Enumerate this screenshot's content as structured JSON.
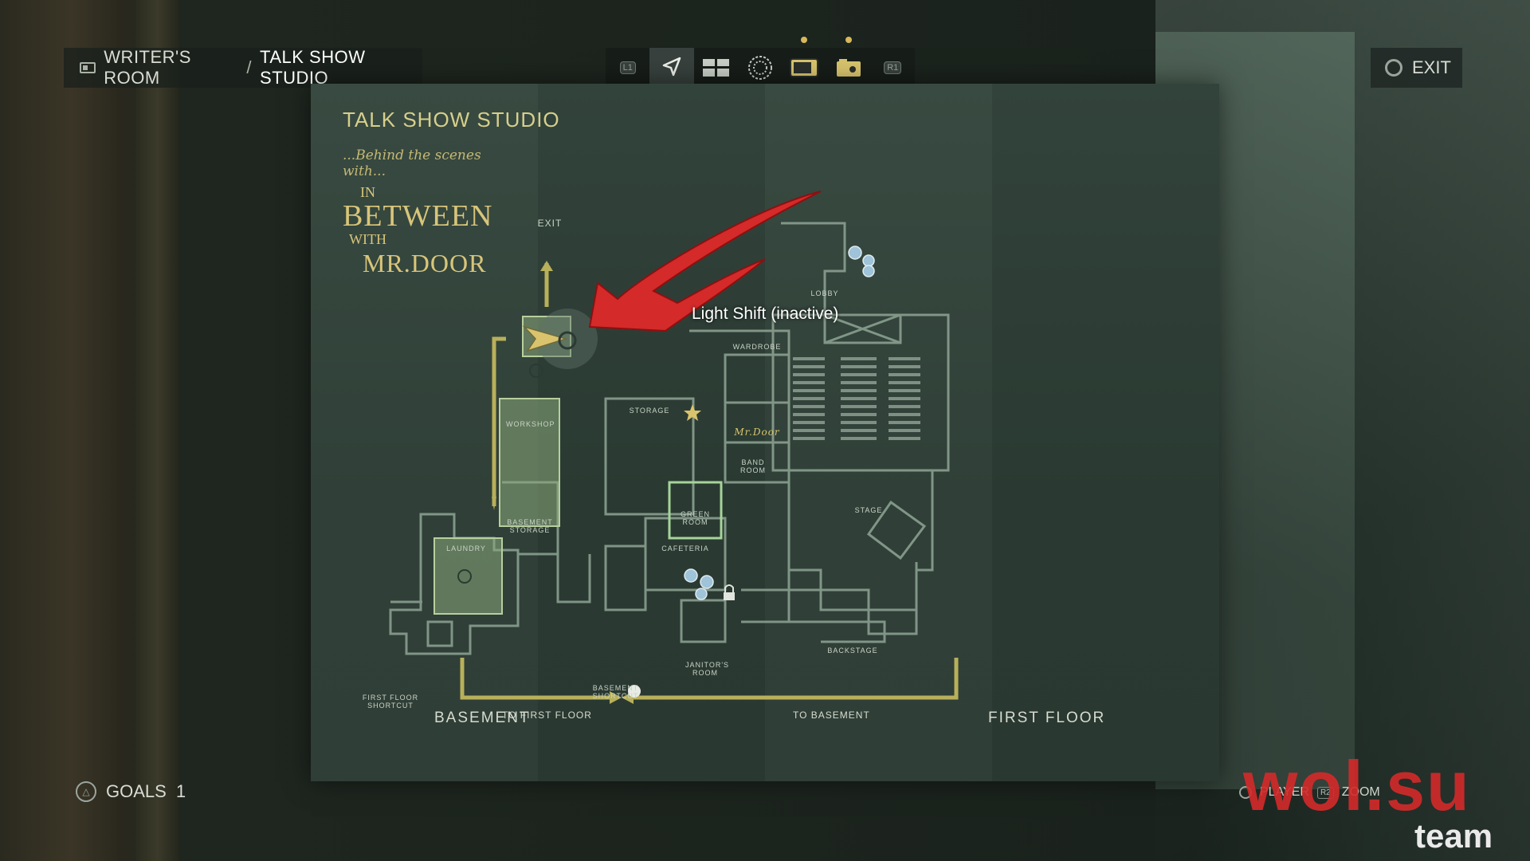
{
  "breadcrumb": {
    "parent": "WRITER'S ROOM",
    "separator": "/",
    "current": "TALK SHOW STUDIO"
  },
  "tabs": [
    {
      "shoulder": "L1"
    },
    {
      "icon": "navigate-arrow-icon",
      "active": true
    },
    {
      "icon": "case-board-icon"
    },
    {
      "icon": "mind-place-icon"
    },
    {
      "icon": "tv-icon"
    },
    {
      "icon": "camera-icon"
    },
    {
      "shoulder": "R1"
    }
  ],
  "exit_label": "EXIT",
  "map": {
    "title": "TALK SHOW STUDIO",
    "logo": {
      "tagline": "...Behind the scenes with...",
      "line1": "IN",
      "line2": "BETWEEN",
      "line3": "WITH",
      "line4": "MR.DOOR"
    },
    "rooms": {
      "workshop": "WORKSHOP",
      "basement_storage": "BASEMENT STORAGE",
      "laundry": "LAUNDRY",
      "storage": "STORAGE",
      "wardrobe": "WARDROBE",
      "band_room": "BAND ROOM",
      "green_room": "GREEN ROOM",
      "cafeteria": "CAFETERIA",
      "janitors_room": "JANITOR'S ROOM",
      "lobby": "LOBBY",
      "stage": "STAGE",
      "backstage": "BACKSTAGE",
      "exit": "EXIT",
      "first_floor_shortcut": "FIRST FLOOR SHORTCUT",
      "basement_shortcut": "BASEMENT SHORTCUT"
    },
    "floors": {
      "basement": "BASEMENT",
      "first_floor": "FIRST FLOOR"
    },
    "nav": {
      "to_first_floor": "TO FIRST FLOOR",
      "to_basement": "TO BASEMENT"
    },
    "tooltip": "Light Shift (inactive)",
    "door_sign": "Mr.Door"
  },
  "goals": {
    "label": "GOALS",
    "count": "1"
  },
  "controls": {
    "player": "PLAYER",
    "zoom": "ZOOM",
    "zoom_button": "R2"
  },
  "watermark": {
    "main": "wol.su",
    "sub": "team"
  },
  "colors": {
    "accent_gold": "#b8b05a",
    "map_line": "#8fa595",
    "marker_red": "#d42a2a",
    "highlight_green": "#a6d49a"
  }
}
